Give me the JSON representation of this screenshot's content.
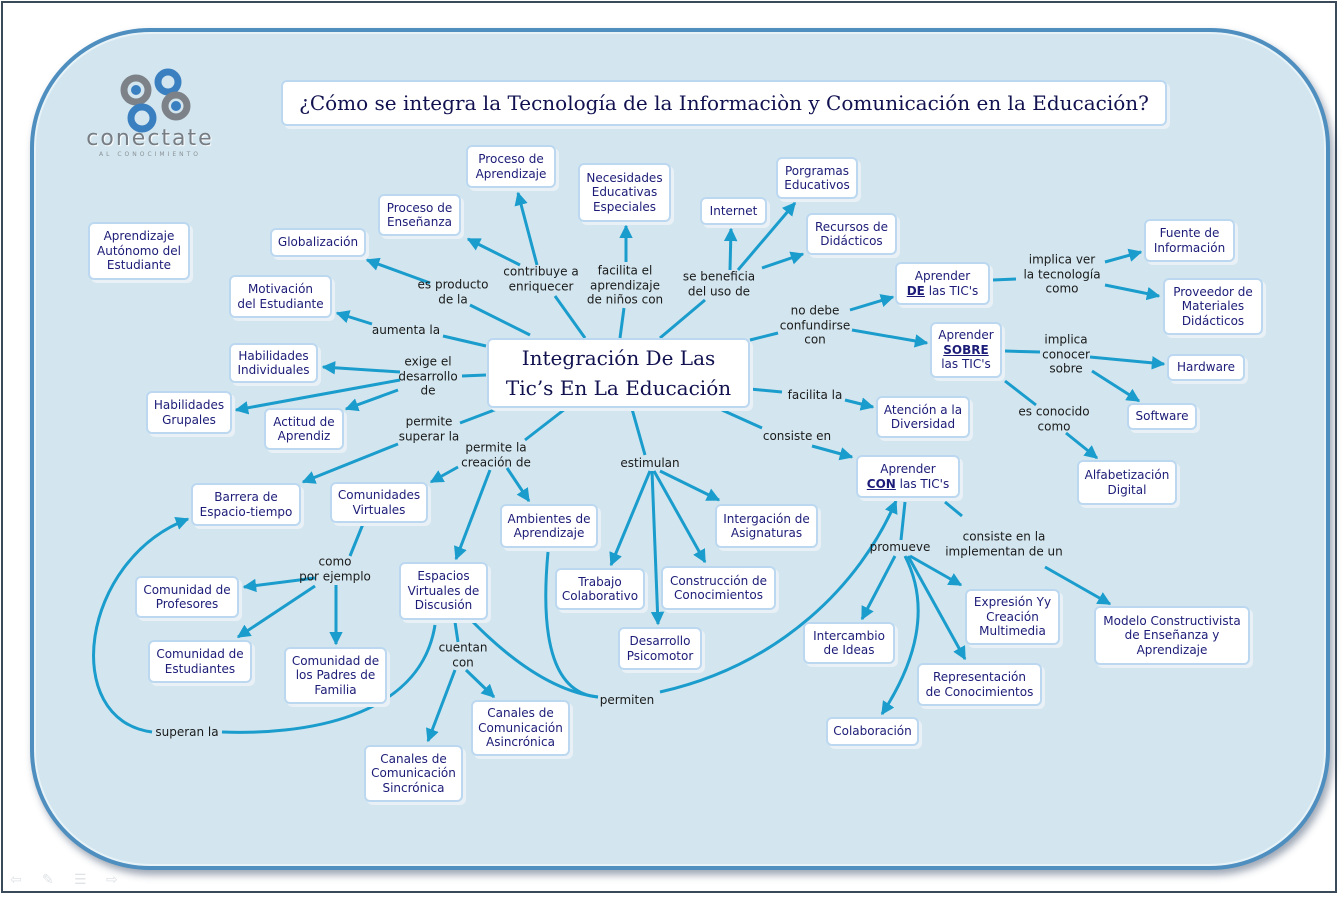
{
  "title": "¿Cómo se integra la Tecnología de la Informaciòn y Comunicación en la Educación?",
  "logo": {
    "name": "conectate",
    "tagline": "AL CONOCIMIENTO"
  },
  "central": "Integración De Las\nTic’s En La Educación",
  "nodes": {
    "proceso_aprendizaje": "Proceso de\nAprendizaje",
    "proceso_ensenanza": "Proceso de\nEnseñanza",
    "globalizacion": "Globalización",
    "aprendizaje_autonomo": "Aprendizaje\nAutónomo del\nEstudiante",
    "motivacion": "Motivación\ndel Estudiante",
    "habilidades_individuales": "Habilidades\nIndividuales",
    "habilidades_grupales": "Habilidades\nGrupales",
    "actitud": "Actitud de\nAprendiz",
    "necesidades": "Necesidades\nEducativas\nEspeciales",
    "internet": "Internet",
    "programas": "Porgramas\nEducativos",
    "recursos": "Recursos de\nDidácticos",
    "aprender_de": {
      "pre": "Aprender",
      "kw": "DE",
      "post": " las TIC's"
    },
    "aprender_sobre": {
      "pre": "Aprender",
      "kw": "SOBRE",
      "post": "las TIC's"
    },
    "aprender_con": {
      "pre": "Aprender",
      "kw": "CON",
      "post": " las TIC's"
    },
    "fuente": "Fuente de\nInformación",
    "proveedor": "Proveedor de\nMateriales\nDidácticos",
    "hardware": "Hardware",
    "software": "Software",
    "atencion": "Atención a la\nDiversidad",
    "alfabetizacion": "Alfabetización\nDigital",
    "barrera": "Barrera de\nEspacio-tiempo",
    "comunidades": "Comunidades\nVirtuales",
    "ambientes": "Ambientes de\nAprendizaje",
    "intergacion": "Intergación de\nAsignaturas",
    "trabajo": "Trabajo\nColaborativo",
    "construccion": "Construcción de\nConocimientos",
    "desarrollo": "Desarrollo\nPsicomotor",
    "espacios": "Espacios\nVirtuales de\nDiscusión",
    "com_profesores": "Comunidad de\nProfesores",
    "com_estudiantes": "Comunidad de\nEstudiantes",
    "com_padres": "Comunidad de\nlos Padres de\nFamilia",
    "canales_asinc": "Canales de\nComunicación\nAsincrónica",
    "canales_sinc": "Canales de\nComunicación\nSincrónica",
    "expresion": "Expresión Yy\nCreación\nMultimedia",
    "intercambio": "Intercambio\nde Ideas",
    "representacion": "Representación\nde Conocimientos",
    "colaboracion": "Colaboración",
    "modelo": "Modelo Constructivista\nde Enseñanza y\nAprendizaje"
  },
  "links": {
    "es_producto": "es producto\nde la",
    "contribuye": "contribuye a\nenriquecer",
    "facilita_el": "facilita el\naprendizaje\nde niños con",
    "se_beneficia": "se beneficia\ndel uso de",
    "no_debe": "no debe\nconfundirse\ncon",
    "implica_ver": "implica ver\nla tecnología\ncomo",
    "implica_conocer": "implica\nconocer\nsobre",
    "es_conocido": "es conocido\ncomo",
    "facilita_la": "facilita la",
    "consiste_en": "consiste en",
    "aumenta": "aumenta la",
    "exige": "exige el\ndesarrollo\nde",
    "permite_superar": "permite\nsuperar la",
    "permite_creacion": "permite la\ncreación de",
    "estimulan": "estimulan",
    "como_ejemplo": "como\npor ejemplo",
    "cuentan": "cuentan\ncon",
    "superan": "superan la",
    "permiten": "permiten",
    "promueve": "promueve",
    "consiste_implementan": "consiste en la\nimplementan de un"
  },
  "colors": {
    "background": "#d3e6ef",
    "link": "#1a9ccc",
    "node_text": "#1c1c78",
    "node_border": "#bcd8f0"
  }
}
